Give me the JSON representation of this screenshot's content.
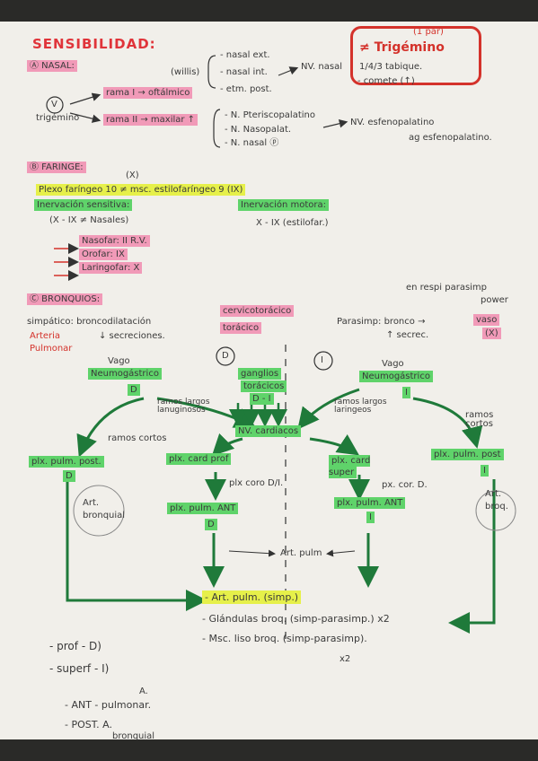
{
  "title": "SENSIBILIDAD:",
  "trigeminal_box": {
    "top": "(1 par)",
    "main": "≠ Trigémino",
    "l1": "1/4/3 tabique.",
    "l2": "- comete (↑)"
  },
  "nasal": {
    "label": "Ⓐ NASAL:",
    "willis": "(willis)",
    "n1": "- nasal ext.",
    "n2": "- nasal int.",
    "n3": "- etm. post.",
    "nv": "NV. nasal",
    "v_circle": "V",
    "trigemino": "trigémino",
    "rama1": "rama I → oftálmico",
    "rama2": "rama II → maxilar ↑",
    "p1": "- N. Pteriscopalatino",
    "p2": "- N. Nasopalat.",
    "p3": "- N. nasal ⓟ",
    "nv2": "NV. esfenopalatino",
    "esfeno": "ag esfenopalatino."
  },
  "faringe": {
    "label": "Ⓑ FARINGE:",
    "x": "(X)",
    "plexo": "Plexo faríngeo 10 ≠ msc. estilofaríngeo 9 (IX)",
    "sens": "Inervación sensitiva:",
    "sens_sub": "(X - IX ≠ Nasales)",
    "a1": "Nasofar: II R.V.",
    "a2": "Orofar: IX",
    "a3": "Laringofar: X",
    "motora": "Inervación motora:",
    "motora_sub": "X - IX (estilofar.)"
  },
  "bronquios": {
    "label": "Ⓒ BRONQUIOS:",
    "respi": "en respi parasimp",
    "power": "power",
    "simpatico": "simpático: broncodilatación",
    "secreciones": "↓ secreciones.",
    "arteria": "Arteria",
    "pulmonar": "Pulmonar",
    "cervico": "cervicotorácico",
    "toracico": "torácico",
    "parasimp": "Parasimp: bronco →",
    "secrec": "↑ secrec.",
    "vaso": "vaso",
    "vaso_x": "(X)",
    "D": "D",
    "I": "I"
  },
  "diagram": {
    "vago_l": "Vago",
    "neumo_l": "Neumogástrico",
    "d_l": "D",
    "ganglios": "ganglios",
    "toracicos": "torácicos",
    "di": "D - I",
    "vago_r": "Vago",
    "neumo_r": "Neumogástrico",
    "i_r": "I",
    "ramos_largos_l": "ramos largos lanuginosos",
    "ramos_largos_r": "ramos largos laringeos",
    "ramos_cortos_l": "ramos cortos",
    "ramos_cortos_r": "ramos cortos",
    "nv_cardiacos": "NV. cardiacos",
    "plx_pulm_post_l": "plx. pulm. post.",
    "plx_card_prof": "plx. card prof",
    "plx_card_super": "plx. card super",
    "plx_pulm_post_r": "plx. pulm. post",
    "plx_coro": "plx coro D/I.",
    "px_cor_d": "px. cor. D.",
    "art_bronquial_l": "Art. bronquial",
    "plx_pulm_ant_l": "plx. pulm. ANT",
    "plx_pulm_ant_r": "plx. pulm. ANT",
    "art_broq_r": "Art. broq.",
    "art_pulm": "Art. pulm",
    "r1": "- Art. pulm. (simp.)",
    "r2": "- Glándulas broq. (simp-parasimp.) x2",
    "r3": "- Msc. liso broq. (simp-parasimp).",
    "x2": "x2",
    "b1": "- prof - D)",
    "b2": "- superf - I)",
    "b3a": "A.",
    "b3": "- ANT - pulmonar.",
    "b4": "- POST. A.",
    "b5": "bronquial"
  }
}
